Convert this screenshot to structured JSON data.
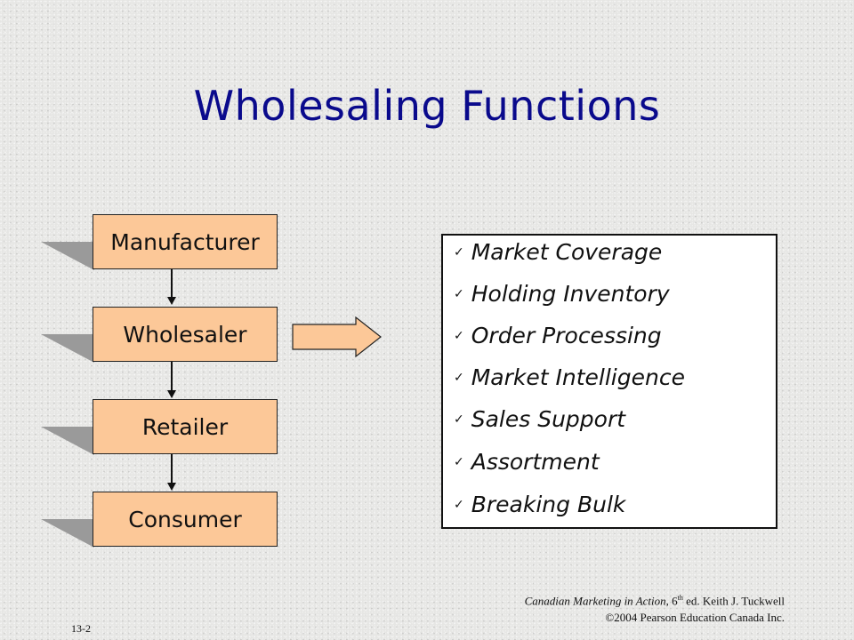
{
  "title": "Wholesaling Functions",
  "chain": {
    "nodes": [
      "Manufacturer",
      "Wholesaler",
      "Retailer",
      "Consumer"
    ]
  },
  "functions": {
    "items": [
      "Market Coverage",
      "Holding Inventory",
      "Order Processing",
      "Market Intelligence",
      "Sales Support",
      "Assortment",
      "Breaking Bulk"
    ]
  },
  "footer": {
    "book_title": "Canadian Marketing in Action",
    "edition_num": "6",
    "edition_suffix": "th",
    "edition_rest": " ed.  Keith J. Tuckwell",
    "copyright": "©2004 Pearson Education Canada Inc."
  },
  "slide_number": "13-2",
  "colors": {
    "title": "#0a0a8c",
    "box_fill": "#fcc898",
    "shadow": "#9a9a9a",
    "arrow_fill": "#fcc898"
  }
}
